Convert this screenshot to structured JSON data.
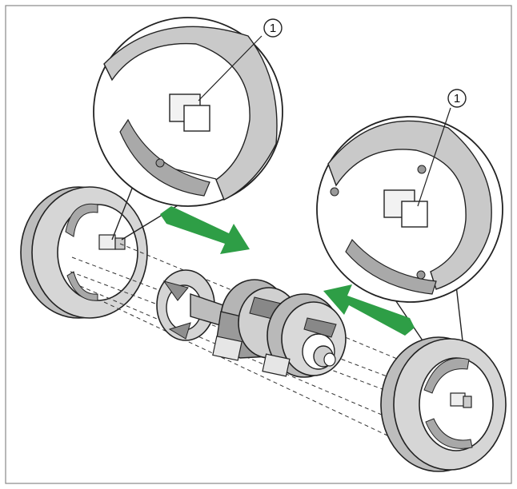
{
  "callouts": [
    {
      "label": "1"
    },
    {
      "label": "1"
    }
  ],
  "colors": {
    "arrow": "#2e9e46",
    "stroke": "#222222",
    "fill_light": "#d9d9d9",
    "fill_mid": "#bdbdbd",
    "fill_dark": "#8f8f8f",
    "frame": "#888888"
  },
  "icons": {
    "arrow_right": "install-arrow-right",
    "arrow_left": "install-arrow-left"
  }
}
